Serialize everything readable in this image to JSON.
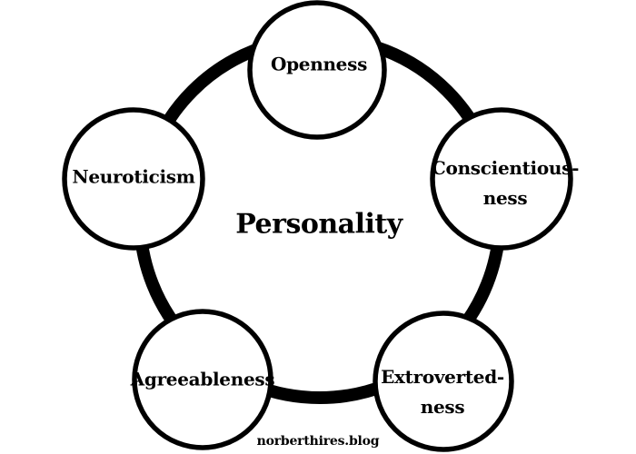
{
  "diagram": {
    "type": "cycle-diagram",
    "title": "Personality",
    "watermark": "norberthires.blog",
    "nodes": [
      {
        "id": "openness",
        "label": "Openness"
      },
      {
        "id": "conscientiousness",
        "label": "Conscientious-\nness"
      },
      {
        "id": "extrovertedness",
        "label": "Extroverted-\nness"
      },
      {
        "id": "agreeableness",
        "label": "Agreeableness"
      },
      {
        "id": "neuroticism",
        "label": "Neuroticism"
      }
    ],
    "colors": {
      "line": "#000000",
      "node_fill": "#ffffff",
      "text": "#000000",
      "background": "#ffffff"
    }
  }
}
